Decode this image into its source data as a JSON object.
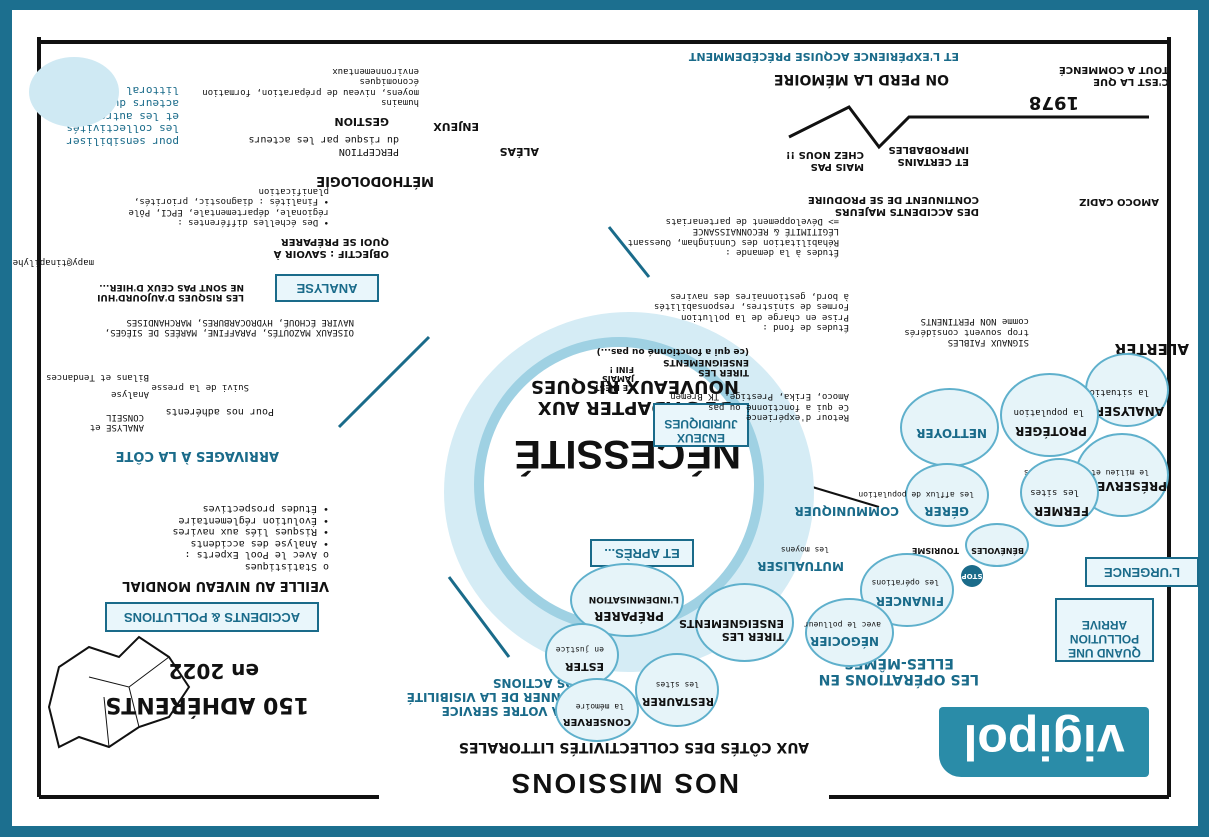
{
  "colors": {
    "frame": "#1c6f8f",
    "accent": "#1a6b8a",
    "light": "#cfe9f3"
  },
  "title": {
    "main": "NOS MISSIONS",
    "sub": "AUX CÔTÉS DES COLLECTIVITÉS LITTORALES"
  },
  "members": {
    "count": "150 ADHÉRENTS",
    "year": "en 2022"
  },
  "visibility": "ÊTRE À VOTRE SERVICE\net DONNER DE LA VISIBILITÉ\nÀ NOS ACTIONS",
  "center": {
    "title": "NÉCESSITÉ",
    "sub": "DE S'ADAPTER AUX\nNOUVEAUX RISQUES"
  },
  "logo": "vigipol",
  "boxes": {
    "accidents": "ACCIDENTS & POLLUTIONS",
    "analyse": "ANALYSE",
    "enjeux": "ENJEUX\nJURIDIQUES",
    "et_apres": "ET APRÈS...",
    "urgence": "L'URGENCE",
    "quand": "QUAND UNE\nPOLLUTION\nARRIVE",
    "operations": "LES OPÉRATIONS EN\nELLES-MÊMES"
  },
  "veille": {
    "title": "VEILLE AU NIVEAU MONDIAL",
    "items": "o Statistiques\no Avec le Pool Experts :\n  • Analyse des accidents\n  • Risques liés aux navires\n  • Évolution réglementaire\n  • Études prospectives"
  },
  "arrivages": {
    "title": "ARRIVAGES À LA CÔTE",
    "text": "ANALYSE et\nCONSEIL"
  },
  "pollutants": "OISEAUX MAZOUTÉS, PARAFFINE, MARÉES DE SIÈGES,\nNAVIRE ÉCHOUÉ, HYDROCARBURES, MARCHANDISES",
  "press": {
    "a": "Pour nos adhérents",
    "b": "Suivi de la presse",
    "c": "Analyse",
    "d": "Bilans et Tendances"
  },
  "missions_pp": "pour sensibiliser\nles collectivités\net les autres\nacteurs du\nlittoral",
  "methodologie": {
    "title": "MÉTHODOLOGIE",
    "perception": "PERCEPTION\ndu risque par les acteurs",
    "gestion": "GESTION",
    "enjeux": "ENJEUX",
    "list": "humains\nmoyens, niveau de préparation, formation\néconomiques\nenvironnementaux",
    "aleas": "ALÉAS"
  },
  "objectif": {
    "text": "OBJECTIF : SAVOIR À\nQUOI SE PRÉPARER",
    "notes": "• Des échelles différentes :\n  régionale, départementale, EPCI, Pôle\n• Finalités : diagnostic, priorités,\n  planification"
  },
  "risques_today": "LES RISQUES D'AUJOURD'HUI\nNE SONT PAS CEUX D'HIER...",
  "maps_credit": "mapy@tinapilyhe",
  "memoire": {
    "title": "ON PERD LA MÉMOIRE",
    "sub": "ET L'EXPÉRIENCE ACQUISE PRÉCÉDEMMENT",
    "year": "1978",
    "cadiz": "AMOCO CADIZ",
    "tout": "C'EST LA QUE\nTOUT A COMMENCÉ"
  },
  "dialogue": {
    "a": "DES ACCIDENTS MAJEURS\nCONTINUENT DE SE PRODUIRE",
    "b": "MAIS PAS\nCHEZ NOUS !!",
    "c": "ET CERTAINS\nIMPROBABLES"
  },
  "etudes": {
    "e3": "Études à la demande :\nRéhabilitation des Cunningham, Ouessant\nLÉGITIMITÉ & RECONNAISSANCE\n=> Développement de partenariats",
    "e2": "Études de fond :\nPrise en charge de la pollution\nFormes de sinistres, responsabilités\nà bord, gestionnaires des navires",
    "e1": "Retour d'expérience\nCe qui a fonctionné ou pas\nAmoco, Erika, Prestige, TK Bremen",
    "tirer": "TIRER LES\nENSEIGNEMENTS\n(ce qui a fonctionné ou pas...)",
    "fini": "CE N'EST\nJAMAIS\nFINI !"
  },
  "actions": {
    "alerter": "ALERTER",
    "signaux": "SIGNAUX FAIBLES\ntrop souvent considérés\ncomme NON PERTINENTS",
    "analyser": "ANALYSER",
    "analyser_sub": "la situation",
    "proteger": "PROTÉGER",
    "proteger_sub": "la population",
    "nettoyer": "NETTOYER",
    "preserver": "PRÉSERVER",
    "preserver_sub": "le milieu et les activités",
    "fermer": "FERMER",
    "fermer_sub": "les sites",
    "gerer": "GÉRER",
    "gerer_sub": "les afflux de population",
    "communiquer": "COMMUNIQUER",
    "benevoles": "BÉNÉVOLES",
    "tourisme": "TOURISME",
    "financer": "FINANCER",
    "financer_sub": "les opérations",
    "negocier": "NÉGOCIER",
    "negocier_sub": "avec le pollueur",
    "mutualiser": "MUTUALISER",
    "mutualiser_sub": "les moyens",
    "preparer": "PRÉPARER",
    "preparer_sub": "L'INDEMNISATION",
    "tirer": "TIRER LES\nENSEIGNEMENTS",
    "restaurer": "RESTAURER",
    "restaurer_sub": "les sites",
    "ester": "ESTER",
    "ester_sub": "en justice",
    "conserver": "CONSERVER",
    "conserver_sub": "la mémoire",
    "stop": "STOP"
  }
}
